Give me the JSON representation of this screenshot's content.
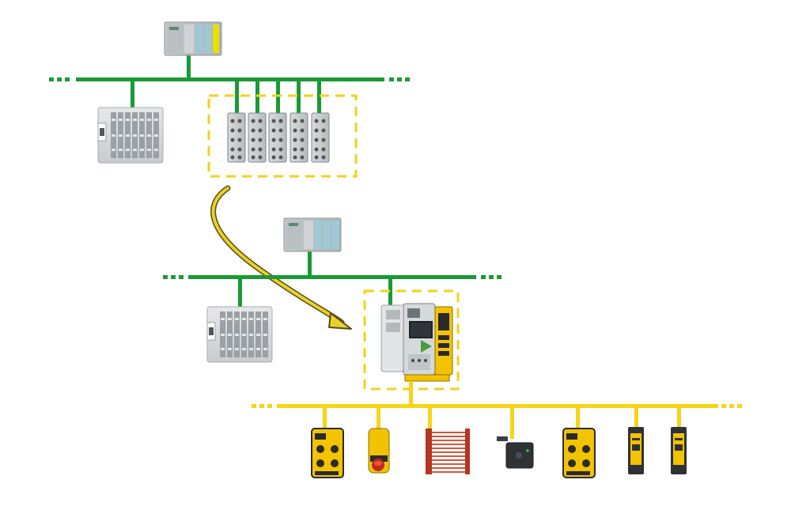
{
  "colors": {
    "ethernet_bus": "#1a9a36",
    "asi_bus": "#f7d417",
    "highlight_box": "#f2d21a",
    "device_grey": "#c9cdd0",
    "device_dark": "#3b3f42",
    "safety_yellow": "#f3c300",
    "arrow_yellow": "#e9d12c",
    "arrow_outline": "#5a4c12"
  },
  "diagram": {
    "top_network": {
      "controller": "plc-controller-icon",
      "bus_type": "ethernet-fieldbus",
      "devices": [
        "remote-io-station-icon",
        "io-module-icon",
        "io-module-icon",
        "io-module-icon",
        "io-module-icon",
        "io-module-icon"
      ],
      "highlighted_group": "decentralized-io-modules"
    },
    "transition": {
      "type": "replacement-arrow",
      "icon": "curved-arrow-icon"
    },
    "bottom_network": {
      "controller": "plc-controller-icon",
      "bus_type": "ethernet-fieldbus",
      "devices": [
        "remote-io-station-icon",
        "asi-safety-gateway-icon"
      ],
      "highlighted_group": "asi-gateway",
      "asi_line": {
        "bus_type": "asi-bus",
        "devices": [
          "asi-io-module-icon",
          "emergency-stop-button-icon",
          "safety-light-curtain-icon",
          "safety-door-switch-icon",
          "asi-io-module-icon",
          "safety-relay-icon",
          "safety-relay-icon"
        ]
      }
    }
  }
}
